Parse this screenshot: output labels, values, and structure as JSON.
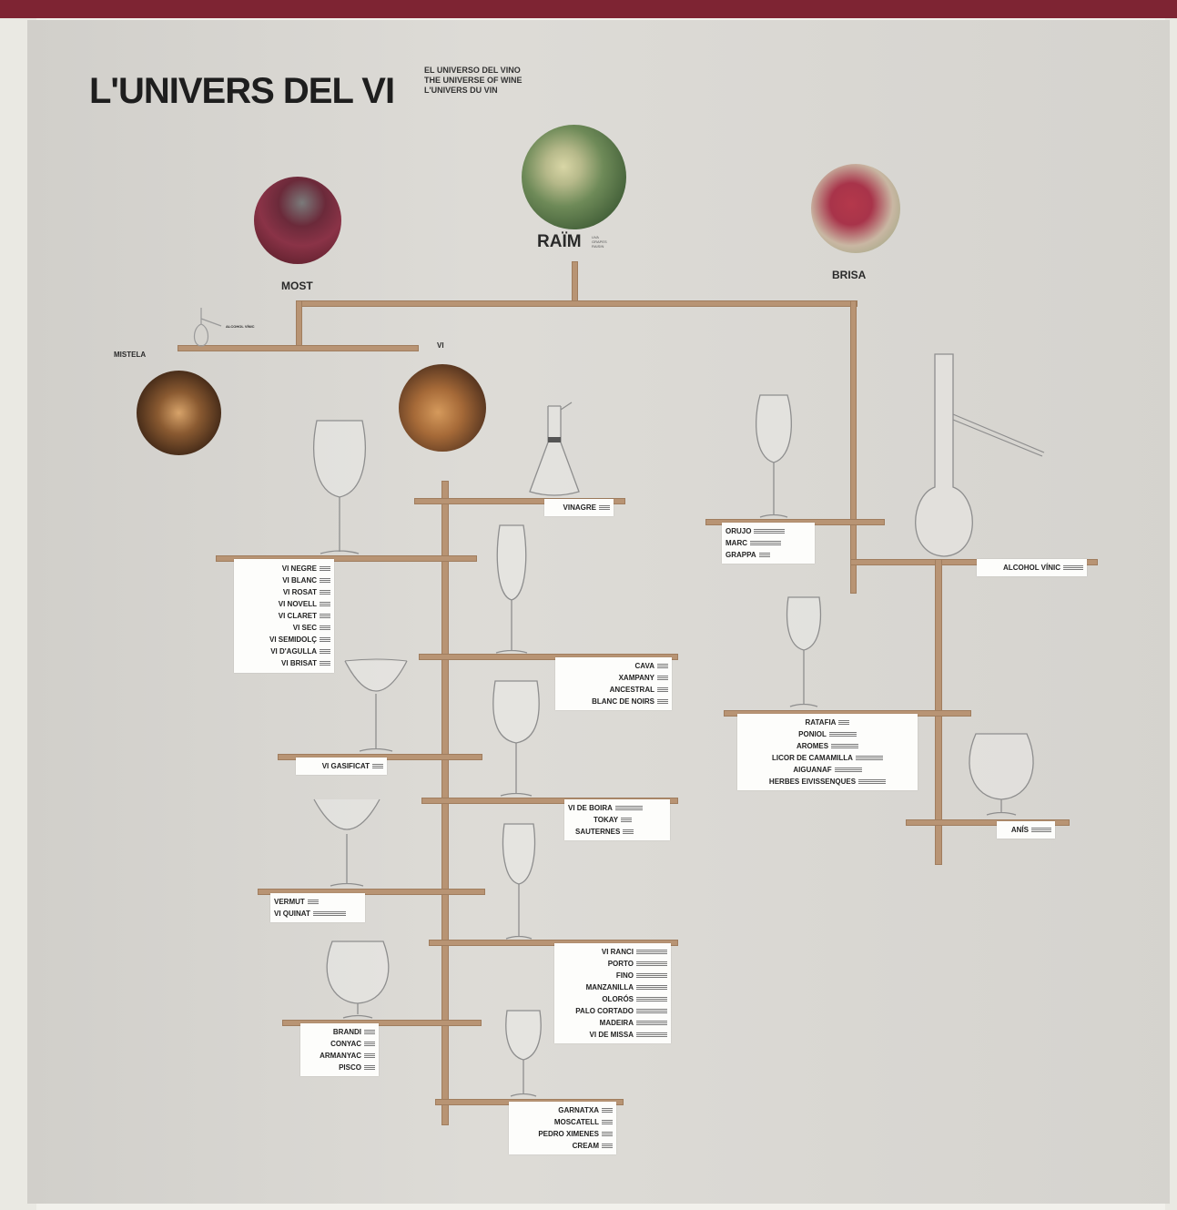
{
  "colors": {
    "topbar": "#7e2433",
    "wood": "#b89474",
    "board": "#dcdad5"
  },
  "header": {
    "title": "L'UNIVERS DEL VI",
    "subtitle_es": "EL UNIVERSO DEL VINO",
    "subtitle_en": "THE UNIVERSE OF WINE",
    "subtitle_fr": "L'UNIVERS DU VIN"
  },
  "nodes": {
    "raim": {
      "label": "RAÏM",
      "sub": [
        "UVA",
        "GRAPES",
        "RAISIN"
      ]
    },
    "most": {
      "label": "MOST"
    },
    "brisa": {
      "label": "BRISA"
    },
    "mistela": {
      "label": "MISTELA"
    },
    "alcohol_vinic_small": {
      "label": "ALCOHOL VÍNIC"
    },
    "vi": {
      "label": "VI"
    }
  },
  "cards": {
    "vinagre": [
      "VINAGRE"
    ],
    "orujo": [
      "ORUJO",
      "MARC",
      "GRAPPA"
    ],
    "alcohol_vinic": [
      "ALCOHOL VÍNIC"
    ],
    "vins": [
      "VI NEGRE",
      "VI BLANC",
      "VI ROSAT",
      "VI NOVELL",
      "VI CLARET",
      "VI SEC",
      "VI SEMIDOLÇ",
      "VI D'AGULLA",
      "VI BRISAT"
    ],
    "cava": [
      "CAVA",
      "XAMPANY",
      "ANCESTRAL",
      "BLANC DE NOIRS"
    ],
    "ratafia": [
      "RATAFIA",
      "PONIOL",
      "AROMES",
      "LICOR DE CAMAMILLA",
      "AIGUANAF",
      "HERBES EIVISSENQUES"
    ],
    "gasificat": [
      "VI GASIFICAT"
    ],
    "boira": [
      "VI DE BOIRA",
      "TOKAY",
      "SAUTERNES"
    ],
    "anis": [
      "ANÍS"
    ],
    "vermut": [
      "VERMUT",
      "VI QUINAT"
    ],
    "ranci": [
      "VI RANCI",
      "PORTO",
      "FINO",
      "MANZANILLA",
      "OLORÓS",
      "PALO CORTADO",
      "MADEIRA",
      "VI DE MISSA"
    ],
    "brandi": [
      "BRANDI",
      "CONYAC",
      "ARMANYAC",
      "PISCO"
    ],
    "garnatxa": [
      "GARNATXA",
      "MOSCATELL",
      "PEDRO XIMENES",
      "CREAM"
    ]
  }
}
